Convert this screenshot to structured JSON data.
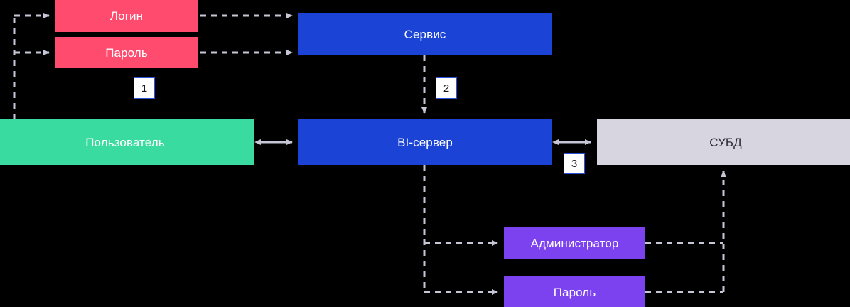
{
  "diagram": {
    "title": "BI authentication flow diagram",
    "background_color": "#000000",
    "nodes": [
      {
        "id": "login",
        "label": "Логин",
        "color": "#FF4B6E",
        "text_color": "#ffffff"
      },
      {
        "id": "password",
        "label": "Пароль",
        "color": "#FF4B6E",
        "text_color": "#ffffff"
      },
      {
        "id": "service",
        "label": "Сервис",
        "color": "#1B44D6",
        "text_color": "#ffffff"
      },
      {
        "id": "user",
        "label": "Пользователь",
        "color": "#3ADBA0",
        "text_color": "#ffffff"
      },
      {
        "id": "biserver",
        "label": "BI-сервер",
        "color": "#1B44D6",
        "text_color": "#ffffff"
      },
      {
        "id": "dbms",
        "label": "СУБД",
        "color": "#D7D6E0",
        "text_color": "#2b2b33"
      },
      {
        "id": "admin",
        "label": "Администратор",
        "color": "#7C42F0",
        "text_color": "#ffffff"
      },
      {
        "id": "adminpass",
        "label": "Пароль",
        "color": "#7C42F0",
        "text_color": "#ffffff"
      }
    ],
    "step_labels": [
      {
        "id": "step-1",
        "text": "1"
      },
      {
        "id": "step-2",
        "text": "2"
      },
      {
        "id": "step-3",
        "text": "3"
      }
    ],
    "edge_color": "#C5C6D6",
    "edges": [
      {
        "from": "user",
        "to": "login",
        "style": "dashed",
        "arrow": "single"
      },
      {
        "from": "user",
        "to": "password",
        "style": "dashed",
        "arrow": "single"
      },
      {
        "from": "login",
        "to": "service",
        "style": "dashed",
        "arrow": "single"
      },
      {
        "from": "password",
        "to": "service",
        "style": "dashed",
        "arrow": "single"
      },
      {
        "from": "service",
        "to": "biserver",
        "style": "dashed",
        "arrow": "single"
      },
      {
        "from": "user",
        "to": "biserver",
        "style": "solid",
        "arrow": "double"
      },
      {
        "from": "biserver",
        "to": "dbms",
        "style": "solid",
        "arrow": "double"
      },
      {
        "from": "biserver",
        "to": "admin",
        "style": "dashed",
        "arrow": "single"
      },
      {
        "from": "biserver",
        "to": "adminpass",
        "style": "dashed",
        "arrow": "single"
      },
      {
        "from": "admin",
        "to": "dbms",
        "style": "dashed",
        "arrow": "single"
      },
      {
        "from": "adminpass",
        "to": "dbms",
        "style": "dashed",
        "arrow": "single"
      }
    ]
  }
}
